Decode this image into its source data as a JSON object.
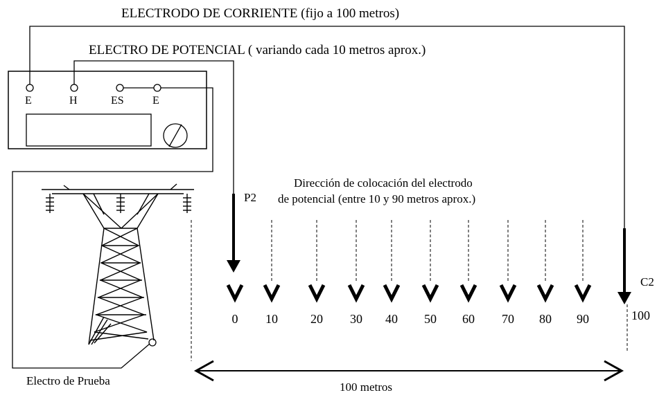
{
  "labels": {
    "current_electrode": "ELECTRODO DE CORRIENTE (fijo a 100 metros)",
    "potential_electrode": "ELECTRO DE POTENCIAL ( variando cada 10 metros aprox.)",
    "direction_line1": "Dirección de colocación del electrodo",
    "direction_line2": "de potencial (entre 10 y 90 metros aprox.)",
    "p2": "P2",
    "c2": "C2",
    "test_electrode": "Electro de Prueba",
    "distance": "100 metros",
    "c2_distance": "100"
  },
  "meter": {
    "terminals": [
      "E",
      "H",
      "ES",
      "E"
    ]
  },
  "stakes": [
    "0",
    "10",
    "20",
    "30",
    "40",
    "50",
    "60",
    "70",
    "80",
    "90"
  ]
}
